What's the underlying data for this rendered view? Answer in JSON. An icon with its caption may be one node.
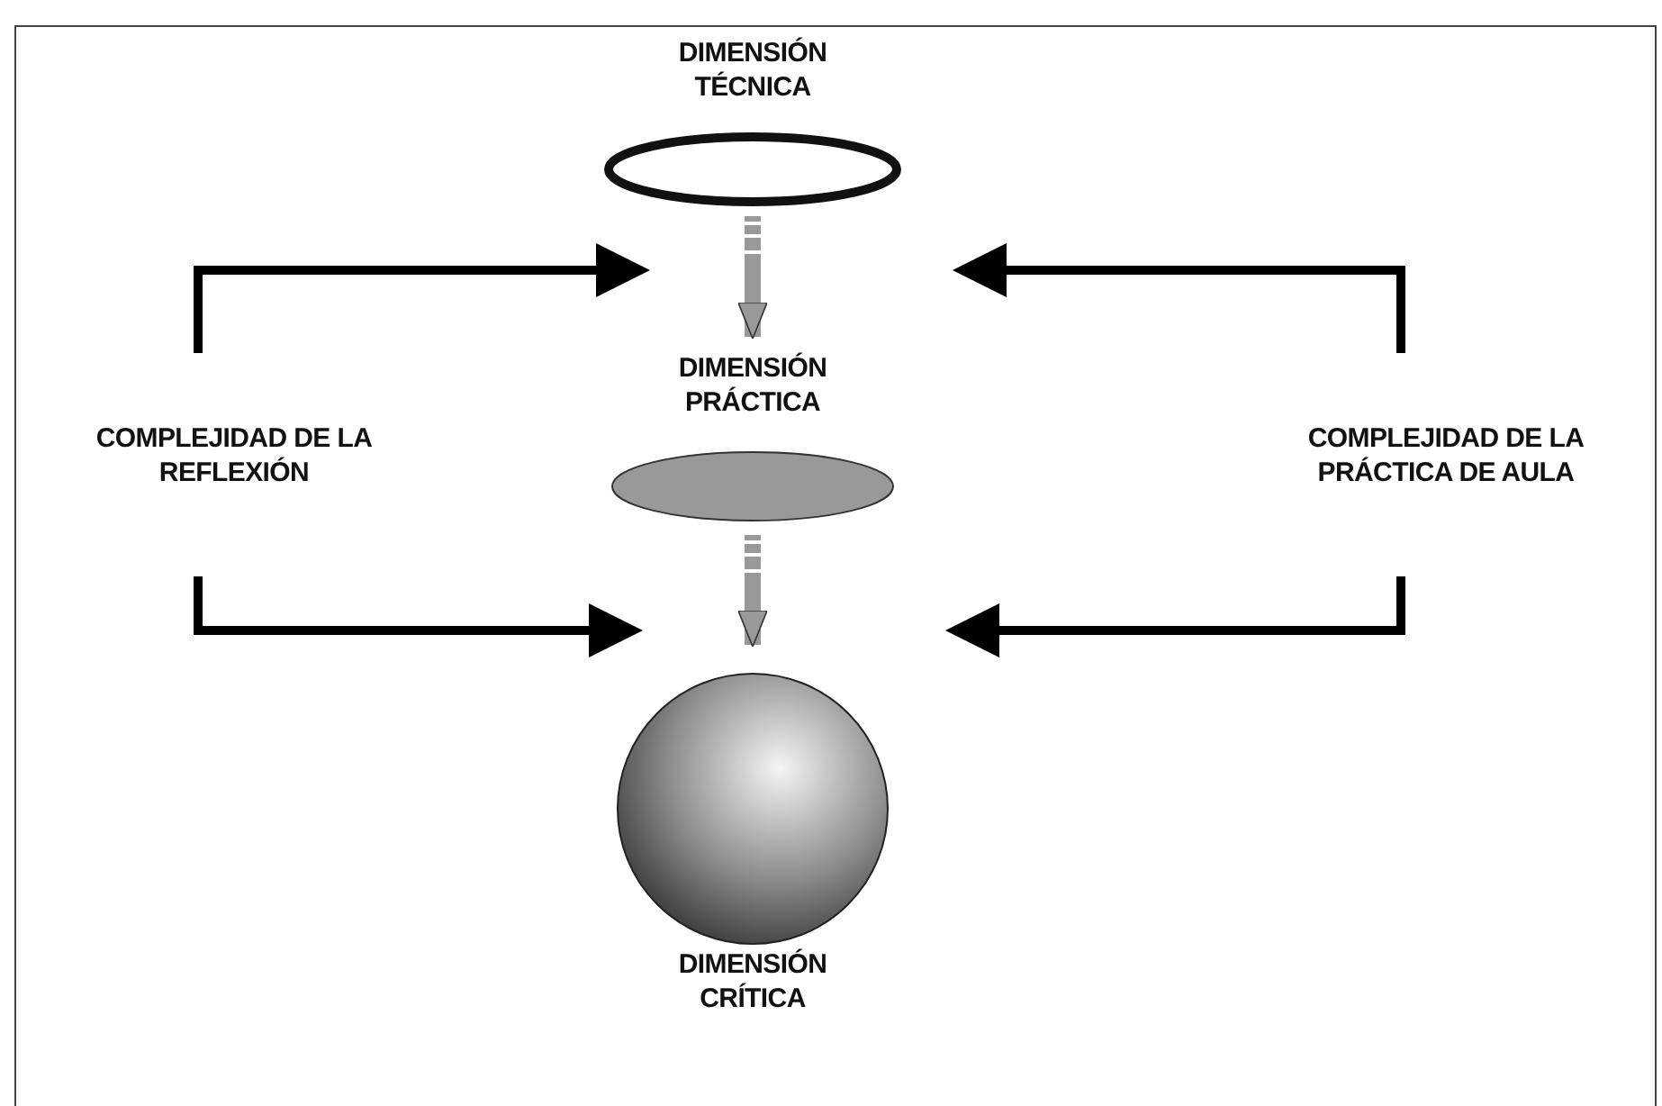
{
  "diagram": {
    "nodes": [
      {
        "text": [
          "DIMENSIÓN TÉCNICA"
        ]
      },
      {
        "text": [
          "DIMENSIÓN PRÁCTICA"
        ]
      },
      {
        "text": [
          "DIMENSIÓN CRÍTICA"
        ]
      },
      {
        "text": [
          "COMPLEJIDAD DE LA REFLEXIÓN"
        ]
      },
      {
        "text": [
          "COMPLEJIDAD DE LA PRÁCTICA DE AULA"
        ]
      }
    ],
    "edges": [
      {
        "from": 0,
        "to": 1,
        "arrow": "to",
        "style": "dashed",
        "color": "#999999"
      },
      {
        "from": 1,
        "to": 2,
        "arrow": "to",
        "style": "dashed",
        "color": "#999999"
      },
      {
        "from": 3,
        "to": null,
        "arrow": "to"
      },
      {
        "from": 3,
        "to": null,
        "arrow": "to"
      },
      {
        "from": 4,
        "to": null,
        "arrow": "to"
      },
      {
        "from": 4,
        "to": null,
        "arrow": "to"
      }
    ]
  }
}
